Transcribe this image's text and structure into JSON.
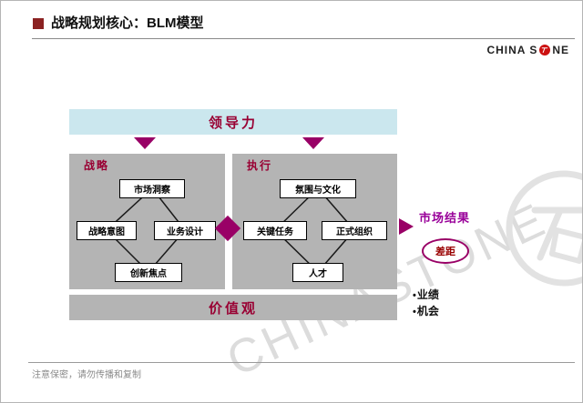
{
  "slide": {
    "title": "战略规划核心：BLM模型",
    "footer": "注意保密，请勿传播和复制",
    "watermark_text": "CHINASTONE"
  },
  "logo": {
    "left": "CHINA S",
    "right": "NE"
  },
  "icons": {
    "logo_seal": "stone-seal",
    "watermark_seal": "stone-seal",
    "flow_down": "down-triangle",
    "flow_right": "right-arrow"
  },
  "diagram": {
    "leadership_label": "领导力",
    "values_label": "价值观",
    "strategy": {
      "label": "战略",
      "nodes": {
        "top": "市场洞察",
        "left": "战略意图",
        "right": "业务设计",
        "bottom": "创新焦点"
      }
    },
    "execution": {
      "label": "执行",
      "nodes": {
        "top": "氛围与文化",
        "left": "关键任务",
        "right": "正式组织",
        "bottom": "人才"
      }
    },
    "market_result": {
      "label": "市场结果",
      "gap_label": "差距",
      "bullets": [
        "业绩",
        "机会"
      ]
    }
  },
  "colors": {
    "accent_magenta": "#990066",
    "header_red": "#990033",
    "result_purple": "#990099",
    "gap_red": "#990000",
    "leadership_bg": "#cbe7ee",
    "panel_gray": "#b4b4b4",
    "logo_red": "#cc1111",
    "watermark_gray": "#dcdcdc"
  }
}
